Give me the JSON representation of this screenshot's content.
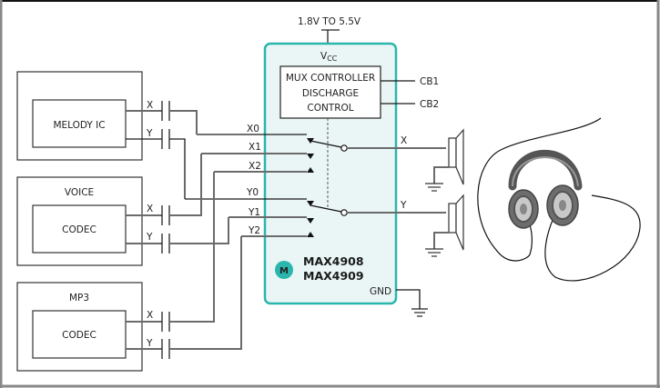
{
  "diagram": {
    "supply": {
      "label": "1.8V TO 5.5V",
      "vcc": "V",
      "vcc_sub": "CC"
    },
    "chip": {
      "part_numbers": [
        "MAX4908",
        "MAX4909"
      ],
      "controller_lines": [
        "MUX CONTROLLER",
        "DISCHARGE",
        "CONTROL"
      ],
      "control_pins": [
        "CB1",
        "CB2"
      ],
      "gnd_label": "GND",
      "input_pins": [
        "X0",
        "X1",
        "X2",
        "Y0",
        "Y1",
        "Y2"
      ],
      "output_pins": [
        "X",
        "Y"
      ],
      "fill_color": "#eaf6f6",
      "border_color": "#2bb6ad",
      "logo_color": "#2bb6ad"
    },
    "sources": [
      {
        "outer_label": "",
        "inner_label": "MELODY IC",
        "x_label": "X",
        "y_label": "Y"
      },
      {
        "outer_label": "VOICE",
        "inner_label": "CODEC",
        "x_label": "X",
        "y_label": "Y"
      },
      {
        "outer_label": "MP3",
        "inner_label": "CODEC",
        "x_label": "X",
        "y_label": "Y"
      }
    ],
    "outputs": {
      "speaker_x": "X",
      "speaker_y": "Y",
      "headphones": "headphones"
    }
  }
}
